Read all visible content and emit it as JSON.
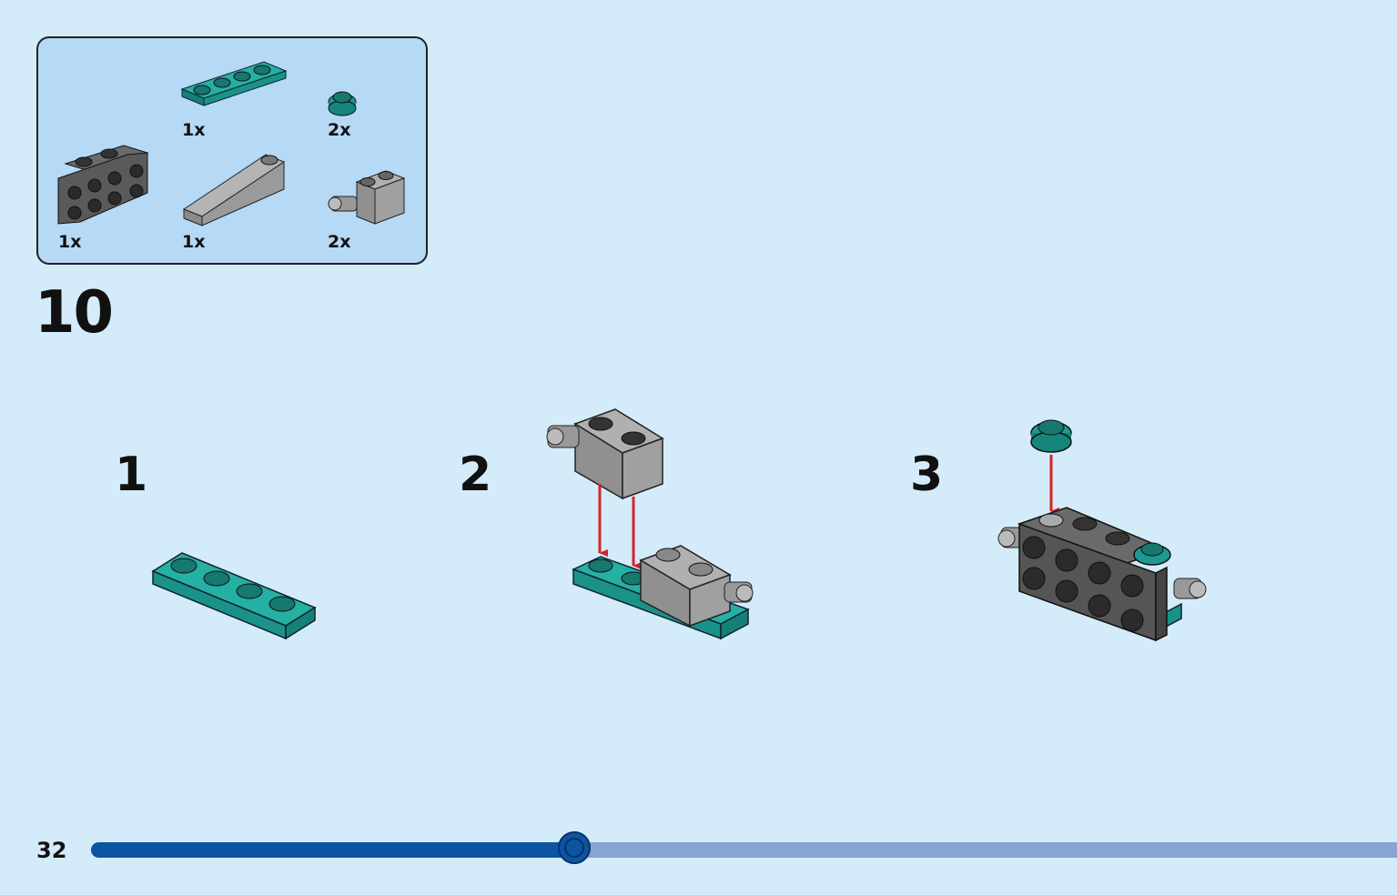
{
  "parts_list": {
    "items": [
      {
        "name": "teal-plate-1x4-icon",
        "qty": "1x"
      },
      {
        "name": "teal-round-plate-1x1-icon",
        "qty": "2x"
      },
      {
        "name": "dark-gray-bracket-icon",
        "qty": "1x"
      },
      {
        "name": "gray-slope-icon",
        "qty": "1x"
      },
      {
        "name": "gray-hinge-brick-icon",
        "qty": "2x"
      }
    ]
  },
  "step": {
    "number": "10"
  },
  "substeps": [
    {
      "number": "1"
    },
    {
      "number": "2"
    },
    {
      "number": "3"
    }
  ],
  "footer": {
    "page_number": "32"
  },
  "progress": {
    "fraction": 0.37
  },
  "colors": {
    "background": "#d4ebfa",
    "parts_box": "#b6d9f5",
    "teal": "#1f9e94",
    "gray": "#9c9c9c",
    "dark_gray": "#5a5a5a",
    "arrow_red": "#d32424",
    "progress_fill": "#0c55a3",
    "progress_track": "#88a3d4"
  }
}
